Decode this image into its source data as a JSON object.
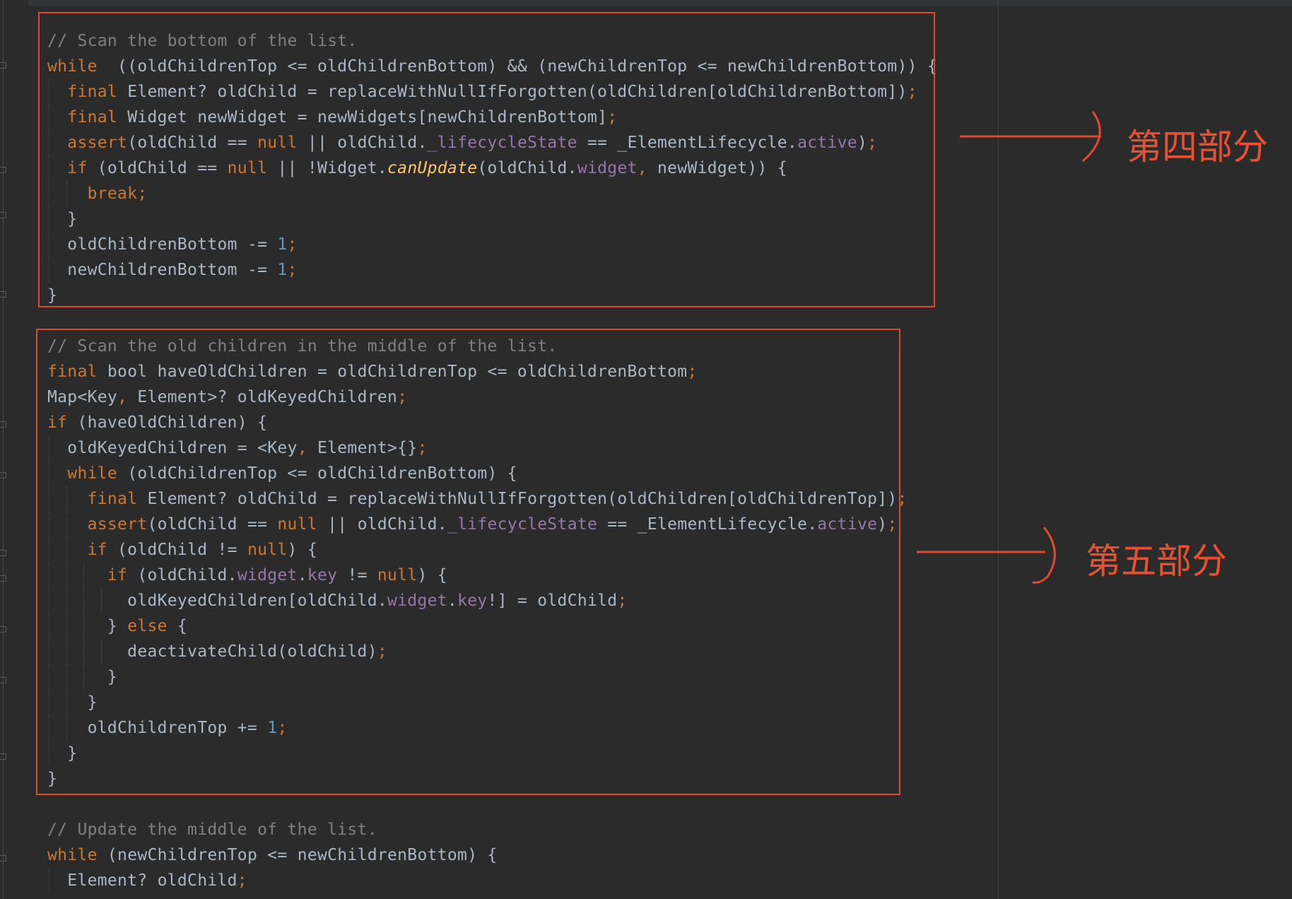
{
  "code_lines": [
    [
      [
        "cm",
        "// Scan the bottom of the list."
      ]
    ],
    [
      [
        "kw",
        "while"
      ],
      [
        "",
        "  ((oldChildrenTop <= oldChildrenBottom) && (newChildrenTop <= newChildrenBottom)) {"
      ]
    ],
    [
      [
        "",
        "  "
      ],
      [
        "kw",
        "final"
      ],
      [
        "",
        " Element? oldChild = replaceWithNullIfForgotten(oldChildren[oldChildrenBottom])"
      ],
      [
        "pun",
        ";"
      ]
    ],
    [
      [
        "",
        "  "
      ],
      [
        "kw",
        "final"
      ],
      [
        "",
        " Widget newWidget = newWidgets[newChildrenBottom]"
      ],
      [
        "pun",
        ";"
      ]
    ],
    [
      [
        "",
        "  "
      ],
      [
        "kw",
        "assert"
      ],
      [
        "",
        "(oldChild == "
      ],
      [
        "kw",
        "null"
      ],
      [
        "",
        " || oldChild."
      ],
      [
        "fld",
        "_lifecycleState"
      ],
      [
        "",
        " == _ElementLifecycle."
      ],
      [
        "fld",
        "active"
      ],
      [
        "",
        ")"
      ],
      [
        "pun",
        ";"
      ]
    ],
    [
      [
        "",
        "  "
      ],
      [
        "kw",
        "if"
      ],
      [
        "",
        " (oldChild == "
      ],
      [
        "kw",
        "null"
      ],
      [
        "",
        " || !Widget."
      ],
      [
        "fn",
        "canUpdate"
      ],
      [
        "",
        "(oldChild."
      ],
      [
        "fld",
        "widget"
      ],
      [
        "pun",
        ","
      ],
      [
        "",
        " newWidget)) {"
      ]
    ],
    [
      [
        "",
        "    "
      ],
      [
        "kw",
        "break"
      ],
      [
        "pun",
        ";"
      ]
    ],
    [
      [
        "",
        "  }"
      ]
    ],
    [
      [
        "",
        "  oldChildrenBottom -= "
      ],
      [
        "num",
        "1"
      ],
      [
        "pun",
        ";"
      ]
    ],
    [
      [
        "",
        "  newChildrenBottom -= "
      ],
      [
        "num",
        "1"
      ],
      [
        "pun",
        ";"
      ]
    ],
    [
      [
        "",
        "}"
      ]
    ],
    [
      [
        "",
        ""
      ]
    ],
    [
      [
        "cm",
        "// Scan the old children in the middle of the list."
      ]
    ],
    [
      [
        "kw",
        "final"
      ],
      [
        "",
        " bool haveOldChildren = oldChildrenTop <= oldChildrenBottom"
      ],
      [
        "pun",
        ";"
      ]
    ],
    [
      [
        "",
        "Map<Key"
      ],
      [
        "pun",
        ","
      ],
      [
        "",
        " Element>? oldKeyedChildren"
      ],
      [
        "pun",
        ";"
      ]
    ],
    [
      [
        "kw",
        "if"
      ],
      [
        "",
        " (haveOldChildren) {"
      ]
    ],
    [
      [
        "",
        "  oldKeyedChildren = <Key"
      ],
      [
        "pun",
        ","
      ],
      [
        "",
        " Element>{}"
      ],
      [
        "pun",
        ";"
      ]
    ],
    [
      [
        "",
        "  "
      ],
      [
        "kw",
        "while"
      ],
      [
        "",
        " (oldChildrenTop <= oldChildrenBottom) {"
      ]
    ],
    [
      [
        "",
        "    "
      ],
      [
        "kw",
        "final"
      ],
      [
        "",
        " Element? oldChild = replaceWithNullIfForgotten(oldChildren[oldChildrenTop])"
      ],
      [
        "pun",
        ";"
      ]
    ],
    [
      [
        "",
        "    "
      ],
      [
        "kw",
        "assert"
      ],
      [
        "",
        "(oldChild == "
      ],
      [
        "kw",
        "null"
      ],
      [
        "",
        " || oldChild."
      ],
      [
        "fld",
        "_lifecycleState"
      ],
      [
        "",
        " == _ElementLifecycle."
      ],
      [
        "fld",
        "active"
      ],
      [
        "",
        ")"
      ],
      [
        "pun",
        ";"
      ]
    ],
    [
      [
        "",
        "    "
      ],
      [
        "kw",
        "if"
      ],
      [
        "",
        " (oldChild != "
      ],
      [
        "kw",
        "null"
      ],
      [
        "",
        ") {"
      ]
    ],
    [
      [
        "",
        "      "
      ],
      [
        "kw",
        "if"
      ],
      [
        "",
        " (oldChild."
      ],
      [
        "fld",
        "widget"
      ],
      [
        "",
        "."
      ],
      [
        "fld",
        "key"
      ],
      [
        "",
        " != "
      ],
      [
        "kw",
        "null"
      ],
      [
        "",
        ") {"
      ]
    ],
    [
      [
        "",
        "        oldKeyedChildren[oldChild."
      ],
      [
        "fld",
        "widget"
      ],
      [
        "",
        "."
      ],
      [
        "fld",
        "key"
      ],
      [
        "",
        "!] = oldChild"
      ],
      [
        "pun",
        ";"
      ]
    ],
    [
      [
        "",
        "      } "
      ],
      [
        "kw",
        "else"
      ],
      [
        "",
        " {"
      ]
    ],
    [
      [
        "",
        "        deactivateChild(oldChild)"
      ],
      [
        "pun",
        ";"
      ]
    ],
    [
      [
        "",
        "      }"
      ]
    ],
    [
      [
        "",
        "    }"
      ]
    ],
    [
      [
        "",
        "    oldChildrenTop += "
      ],
      [
        "num",
        "1"
      ],
      [
        "pun",
        ";"
      ]
    ],
    [
      [
        "",
        "  }"
      ]
    ],
    [
      [
        "",
        "}"
      ]
    ],
    [
      [
        "",
        ""
      ]
    ],
    [
      [
        "cm",
        "// Update the middle of the list."
      ]
    ],
    [
      [
        "kw",
        "while"
      ],
      [
        "",
        " (newChildrenTop <= newChildrenBottom) {"
      ]
    ],
    [
      [
        "",
        "  Element? oldChild"
      ],
      [
        "pun",
        ";"
      ]
    ]
  ],
  "annotations": {
    "part4": "第四部分",
    "part5": "第五部分"
  },
  "colors": {
    "background": "#2b2b2b",
    "keyword": "#cc7832",
    "comment": "#808080",
    "number": "#6897bb",
    "field": "#9876aa",
    "function": "#ffc66d",
    "text": "#a9b7c6",
    "annotation": "#e0492f"
  }
}
